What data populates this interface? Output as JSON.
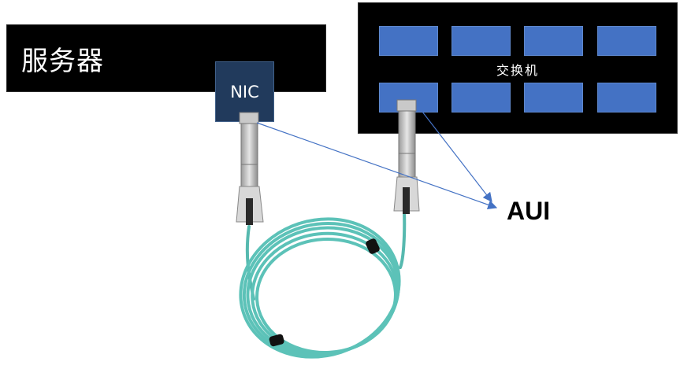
{
  "server": {
    "label": "服务器"
  },
  "nic": {
    "label": "NIC"
  },
  "switch": {
    "label": "交换机",
    "port_rows": 2,
    "ports_per_row": 4
  },
  "aui": {
    "label": "AUI"
  },
  "colors": {
    "box_fill": "#000000",
    "nic_fill": "#213a5c",
    "port_fill": "#4472c4",
    "arrow": "#4472c4",
    "cable": "#5cc2b8"
  },
  "icons": [
    "transceiver-module-icon",
    "active-optical-cable-icon",
    "arrow-icon"
  ]
}
